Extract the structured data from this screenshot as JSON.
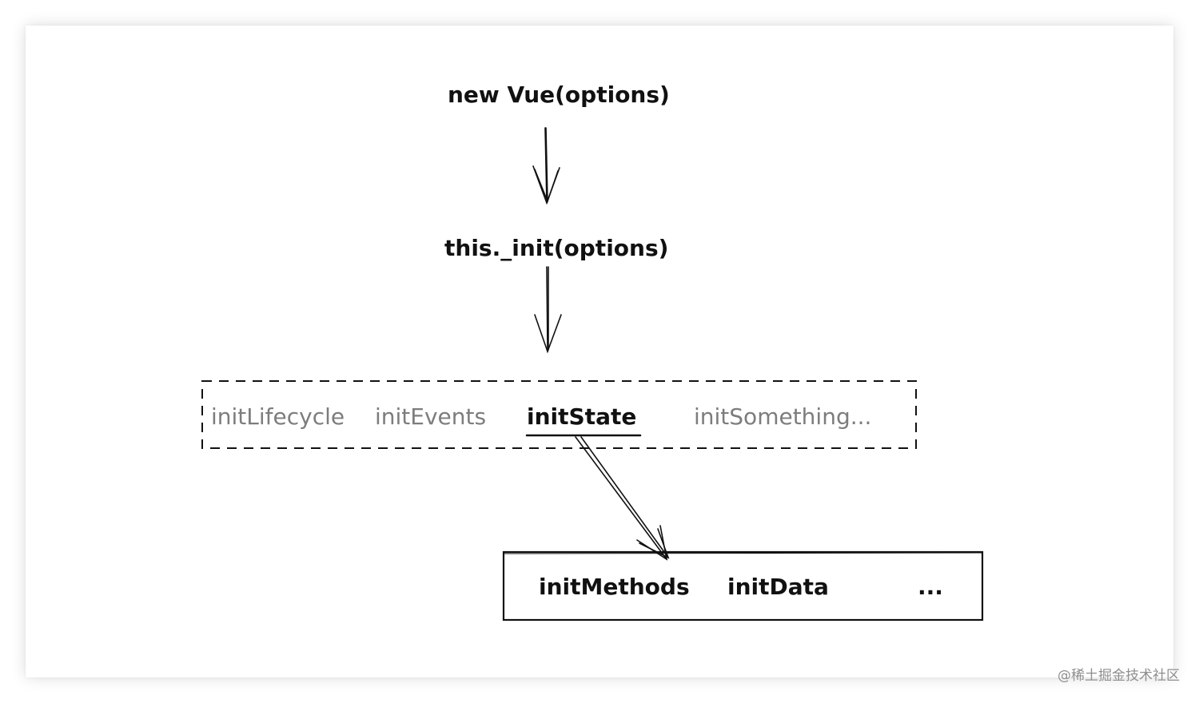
{
  "nodes": {
    "new_vue": "new Vue(options)",
    "this_init": "this._init(options)"
  },
  "init_group": {
    "items": [
      "initLifecycle",
      "initEvents",
      "initState",
      "initSomething..."
    ]
  },
  "state_group": {
    "items": [
      "initMethods",
      "initData",
      "..."
    ]
  },
  "watermark": "@稀土掘金技术社区",
  "colors": {
    "ink": "#111111",
    "muted": "#7d7d7d"
  }
}
